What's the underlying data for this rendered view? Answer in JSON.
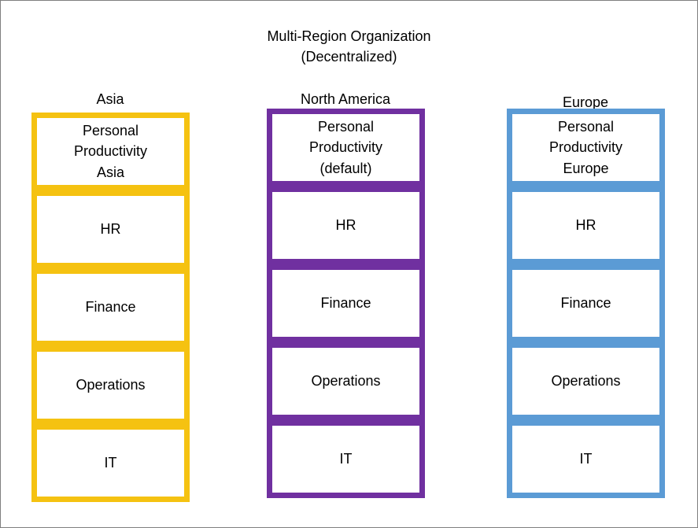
{
  "diagram": {
    "title_line1": "Multi-Region Organization",
    "title_line2": "(Decentralized)",
    "columns": [
      {
        "label": "Asia",
        "color": "#f5c211",
        "boxes": [
          "Personal\nProductivity\nAsia",
          "HR",
          "Finance",
          "Operations",
          "IT"
        ]
      },
      {
        "label": "North America",
        "color": "#7030a0",
        "boxes": [
          "Personal\nProductivity\n(default)",
          "HR",
          "Finance",
          "Operations",
          "IT"
        ]
      },
      {
        "label": "Europe",
        "color": "#5b9bd5",
        "boxes": [
          "Personal\nProductivity\nEurope",
          "HR",
          "Finance",
          "Operations",
          "IT"
        ]
      }
    ]
  }
}
